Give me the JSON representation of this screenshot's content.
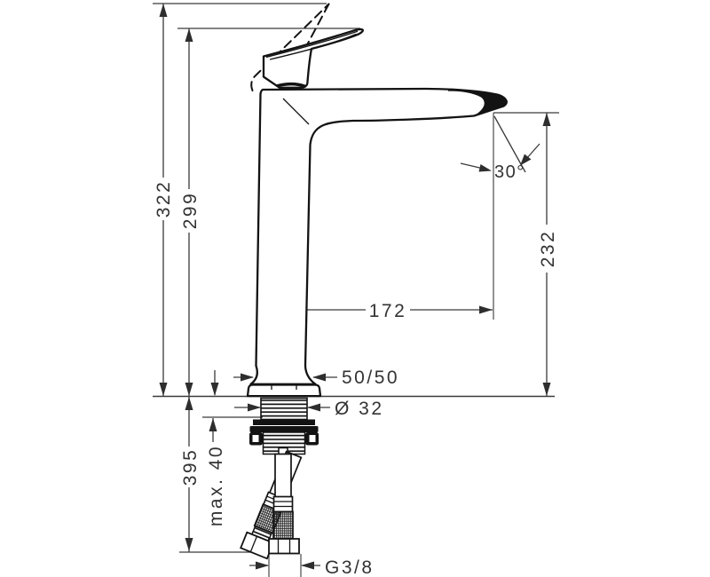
{
  "drawing": {
    "kind": "faucet dimension drawing",
    "colors": {
      "outline": "#131313",
      "dimension": "#3a3a3a",
      "background": "#ffffff"
    },
    "labels": {
      "overall_height": "322",
      "handle_height": "299",
      "outlet_height": "232",
      "spout_reach": "172",
      "body_width": "50/50",
      "shank_diameter": "Ø 32",
      "max_mounting_thickness": "max. 40",
      "hose_length": "395",
      "connection_thread": "G3/8",
      "outlet_angle": "30°"
    }
  }
}
